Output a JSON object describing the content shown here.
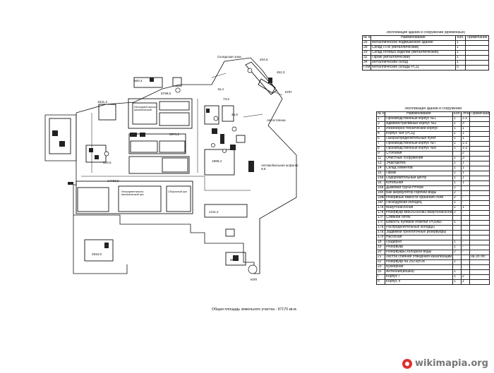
{
  "caption": "Общая площадь земельного участка - 97170 кв.м.",
  "watermark": "wikimapia.org",
  "table1": {
    "title": "Экспликация зданий и сооружений (временных)",
    "headers": [
      "№ на пл.",
      "Наименование",
      "Кол.",
      "Примечание"
    ],
    "rows": [
      [
        "26",
        "Металлическое подвешенное здание",
        "1",
        ""
      ],
      [
        "28",
        "Склад ПГМ (металлический)",
        "1",
        ""
      ],
      [
        "29",
        "Склад готовых изделий (металлический)",
        "1",
        ""
      ],
      [
        "32",
        "Гараж (металлический)",
        "1",
        ""
      ],
      [
        "34",
        "Металлический склад",
        "1",
        ""
      ],
      [
        "Плит.",
        "Металлические склады РСЦ",
        "5",
        ""
      ]
    ]
  },
  "table2": {
    "title": "Экспликация зданий и сооружений",
    "headers": [
      "№ на пл.",
      "Наименование",
      "Кол.",
      "Этаж",
      "Примечание"
    ],
    "rows": [
      [
        "1",
        "Производственный корпус №1",
        "1",
        "1-2",
        ""
      ],
      [
        "2",
        "Административный корпус №2",
        "1",
        "3",
        ""
      ],
      [
        "3",
        "Инженерно-технический корпус",
        "1",
        "1",
        ""
      ],
      [
        "4",
        "Корпус №4 (РСЦ)",
        "1",
        "1",
        ""
      ],
      [
        "6",
        "Газораспределительный пункт",
        "1",
        "1",
        ""
      ],
      [
        "7",
        "Производственный корпус №7",
        "1",
        "1-2",
        ""
      ],
      [
        "8",
        "Производственный корпус №8",
        "1",
        "1-2",
        ""
      ],
      [
        "9",
        "Столовая",
        "",
        "2",
        ""
      ],
      [
        "11",
        "Очистные сооружения",
        "1",
        "3",
        ""
      ],
      [
        "13",
        "Эндотделка",
        "1",
        "1",
        ""
      ],
      [
        "14",
        "Склад cементов",
        "1",
        "1",
        ""
      ],
      [
        "15",
        "Гараж",
        "1",
        "1",
        ""
      ],
      [
        "15a",
        "Оздоровительный центр",
        "1",
        "1",
        ""
      ],
      [
        "16",
        "Котельная",
        "1",
        "1",
        ""
      ],
      [
        "16a",
        "Дымовая труба Н=45м",
        "1",
        "",
        ""
      ],
      [
        "16б",
        "Бак аккумулятор горячей воды",
        "2",
        "",
        ""
      ],
      [
        "16в/16в",
        "Резервные ёмкости хранения соли",
        "2",
        "-",
        ""
      ],
      [
        "16г",
        "Пескодувная колодец",
        "1",
        "-",
        ""
      ],
      [
        "17a",
        "Мазутонасосная",
        "1",
        "1",
        ""
      ],
      [
        "17а",
        "Резервуар мин2х2000м3 мазутонасосной",
        "2",
        "-",
        ""
      ],
      [
        "17г",
        "Сливной лоток",
        "",
        "",
        ""
      ],
      [
        "17г",
        "Емкость нулевой отметки V=30м3",
        "1",
        "",
        ""
      ],
      [
        "17а",
        "Распределительные колодцы",
        "",
        "",
        ""
      ],
      [
        "17а",
        "Задвижки трёхпоточные резервуары",
        "",
        "",
        ""
      ],
      [
        "17л",
        "Насосная",
        "",
        "",
        ""
      ],
      [
        "18",
        "Градирня",
        "1",
        "-",
        ""
      ],
      [
        "19",
        "Резервуар",
        "1",
        "-",
        ""
      ],
      [
        "20",
        "Резервуары холодной воды",
        "2",
        "-",
        ""
      ],
      [
        "21",
        "Листок слияния отведения канализации",
        "",
        "",
        "на 3б л/с"
      ],
      [
        "22",
        "Резервуар на 250 куб.м",
        "1",
        "",
        ""
      ],
      [
        "23",
        "Бункерная",
        "",
        "",
        ""
      ],
      [
        "31",
        "Антенная(вошка)",
        "1",
        "",
        ""
      ],
      [
        "I",
        "Корпус I",
        "1",
        "2",
        ""
      ],
      [
        "II",
        "Корпус II",
        "1",
        "1",
        ""
      ]
    ]
  },
  "plan_labels": {
    "a": "560,4",
    "b": "5799,6",
    "c": "1531,2",
    "d": "633,6",
    "e": "1899,4",
    "f": "2974,2",
    "g": "14433,0",
    "h": "1411,4",
    "i": "2934,0",
    "j": "687,6",
    "k": "204,5",
    "l": "452,3",
    "m": "73,6",
    "n": "16,4",
    "o": "35,6",
    "p": "КПП",
    "q": "КПП",
    "r": "Складская зона",
    "s": "Автостоянка",
    "t": "Автомобильная асфальт. 9,6",
    "u": "Инструментально-механический цех",
    "v": "Инструментально-механический",
    "w": "Сборочный цех"
  }
}
